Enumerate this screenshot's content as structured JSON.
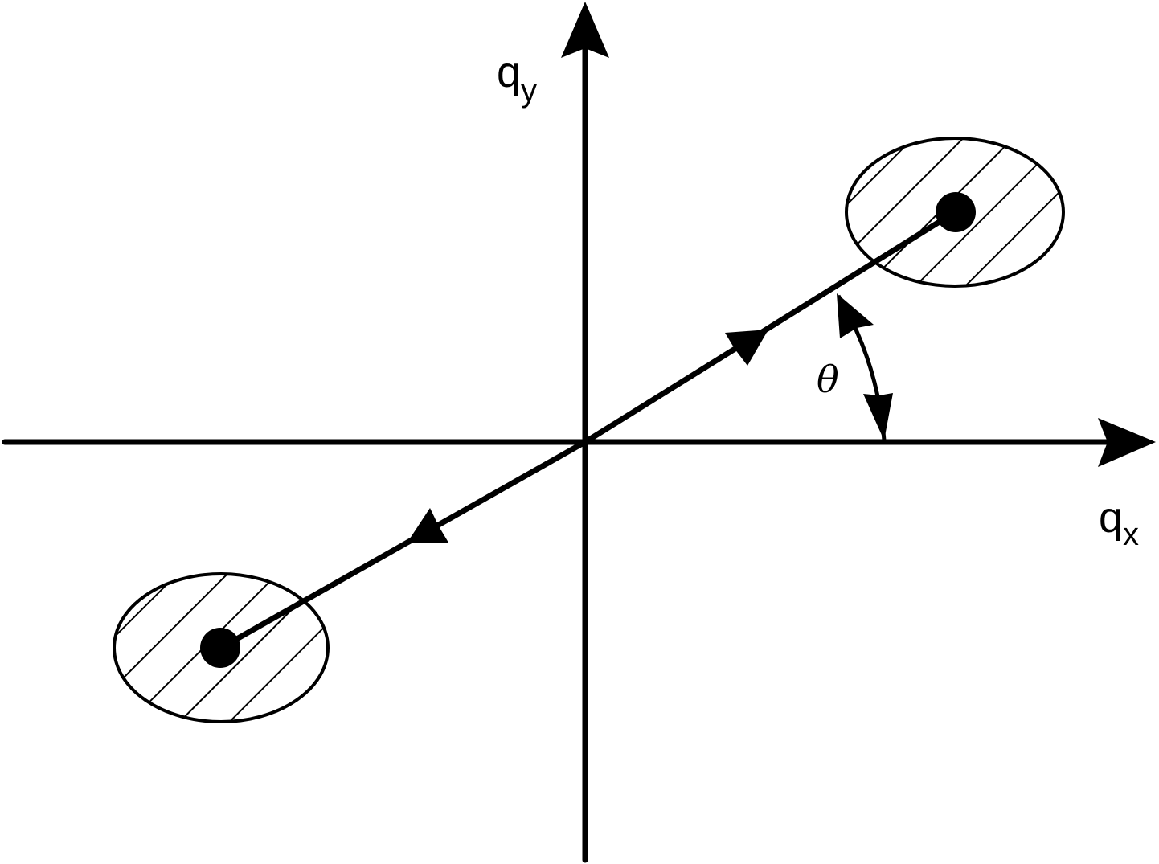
{
  "diagram": {
    "labels": {
      "y_axis": {
        "main": "q",
        "sub": "y"
      },
      "x_axis": {
        "main": "q",
        "sub": "x"
      },
      "angle": "θ"
    },
    "colors": {
      "ink": "#000000",
      "background": "#ffffff"
    }
  }
}
